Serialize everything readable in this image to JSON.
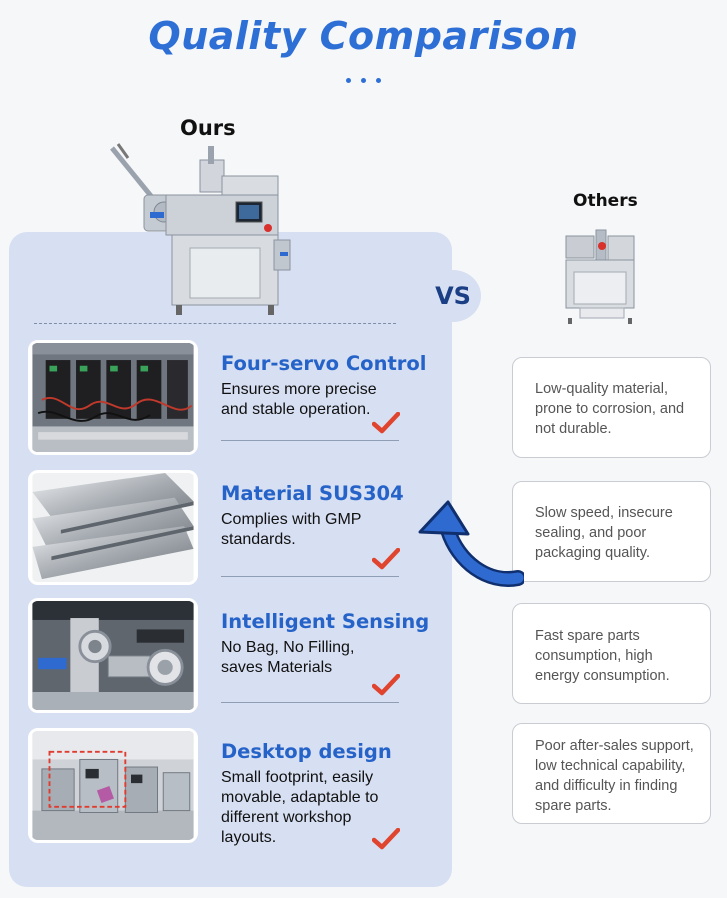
{
  "page": {
    "title": "Quality Comparison",
    "ours_label": "Ours",
    "others_label": "Others",
    "vs_label": "VS"
  },
  "colors": {
    "accent": "#2e6fd6",
    "feature_title": "#2563c9",
    "panel_bg": "#d7dff2",
    "check": "#e0442e",
    "vs_text": "#1a3f85"
  },
  "features": [
    {
      "title": "Four-servo Control",
      "description": "Ensures more precise and stable operation.",
      "photo": "servo-drives-photo"
    },
    {
      "title": "Material SUS304",
      "description": "Complies with GMP standards.",
      "photo": "steel-plates-photo"
    },
    {
      "title": "Intelligent Sensing",
      "description": "No Bag, No Filling, saves Materials",
      "photo": "sensor-mechanism-photo"
    },
    {
      "title": "Desktop design",
      "description": "Small footprint, easily movable, adaptable to different workshop layouts.",
      "photo": "workshop-photo"
    }
  ],
  "others": [
    {
      "text": "Low-quality material, prone to corrosion, and not durable."
    },
    {
      "text": "Slow speed, insecure sealing, and poor packaging quality."
    },
    {
      "text": "Fast spare parts consumption, high energy consumption."
    },
    {
      "text": "Poor after-sales support, low technical capability, and difficulty in finding spare parts."
    }
  ],
  "icons": {
    "check": "check-icon",
    "arrow": "curved-arrow-icon"
  }
}
